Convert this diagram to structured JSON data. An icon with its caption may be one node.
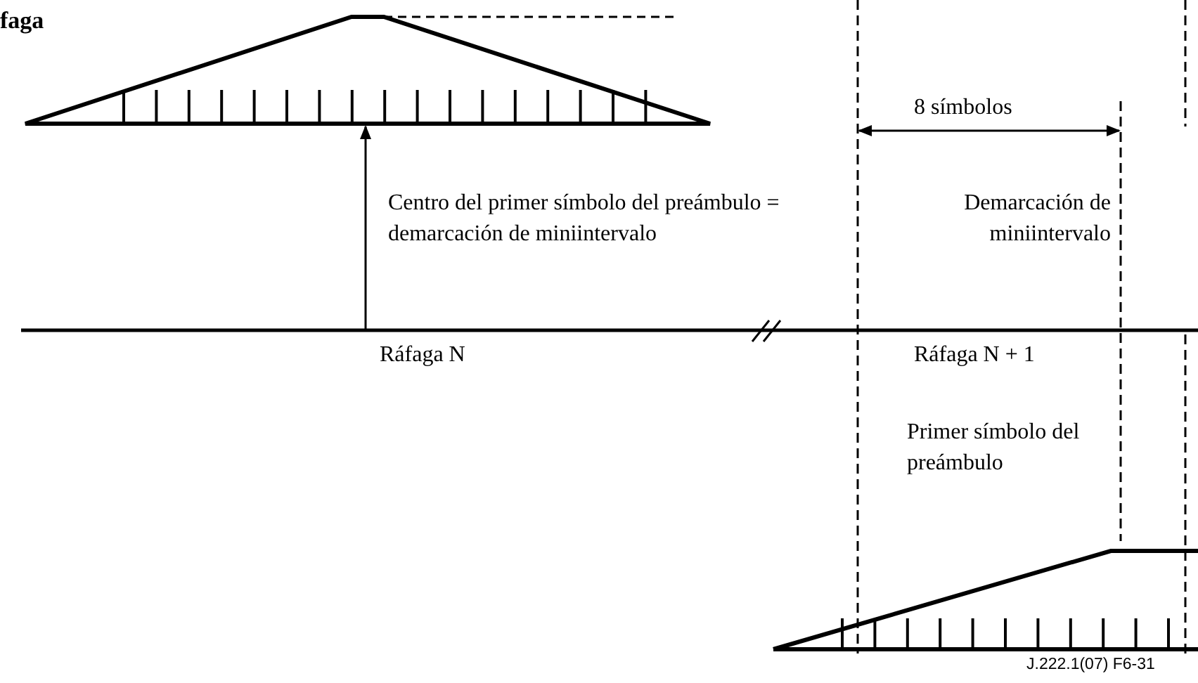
{
  "diagram": {
    "labels": [
      "faga",
      "8 símbolos",
      "Centro del primer símbolo del preámbulo = demarcación de miniintervalo",
      "Demarcación de miniintervalo",
      "Ráfaga N",
      "Ráfaga N + 1",
      "Primer símbolo del preámbulo",
      "J.222.1(07) F6-31"
    ]
  }
}
